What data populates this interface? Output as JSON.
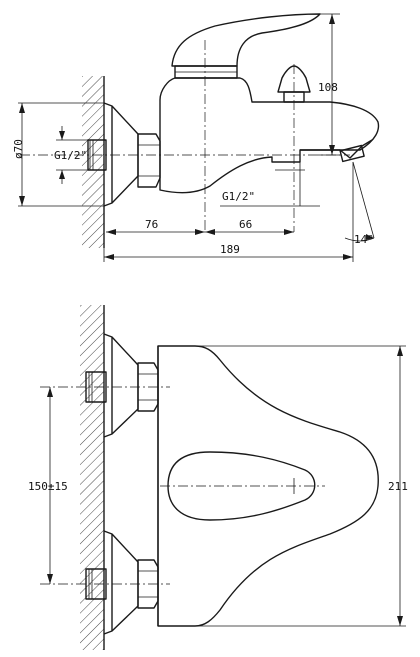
{
  "colors": {
    "line": "#1a1a1a",
    "background": "#ffffff"
  },
  "side_view": {
    "dims": {
      "height_108": "108",
      "diameter_70": "ø70",
      "thread_inlet": "G1/2\"",
      "thread_outlet": "G1/2\"",
      "dist_76": "76",
      "dist_66": "66",
      "length_189": "189",
      "angle_14": "14°"
    }
  },
  "front_view": {
    "dims": {
      "spacing": "150±15",
      "height_211": "211"
    }
  }
}
